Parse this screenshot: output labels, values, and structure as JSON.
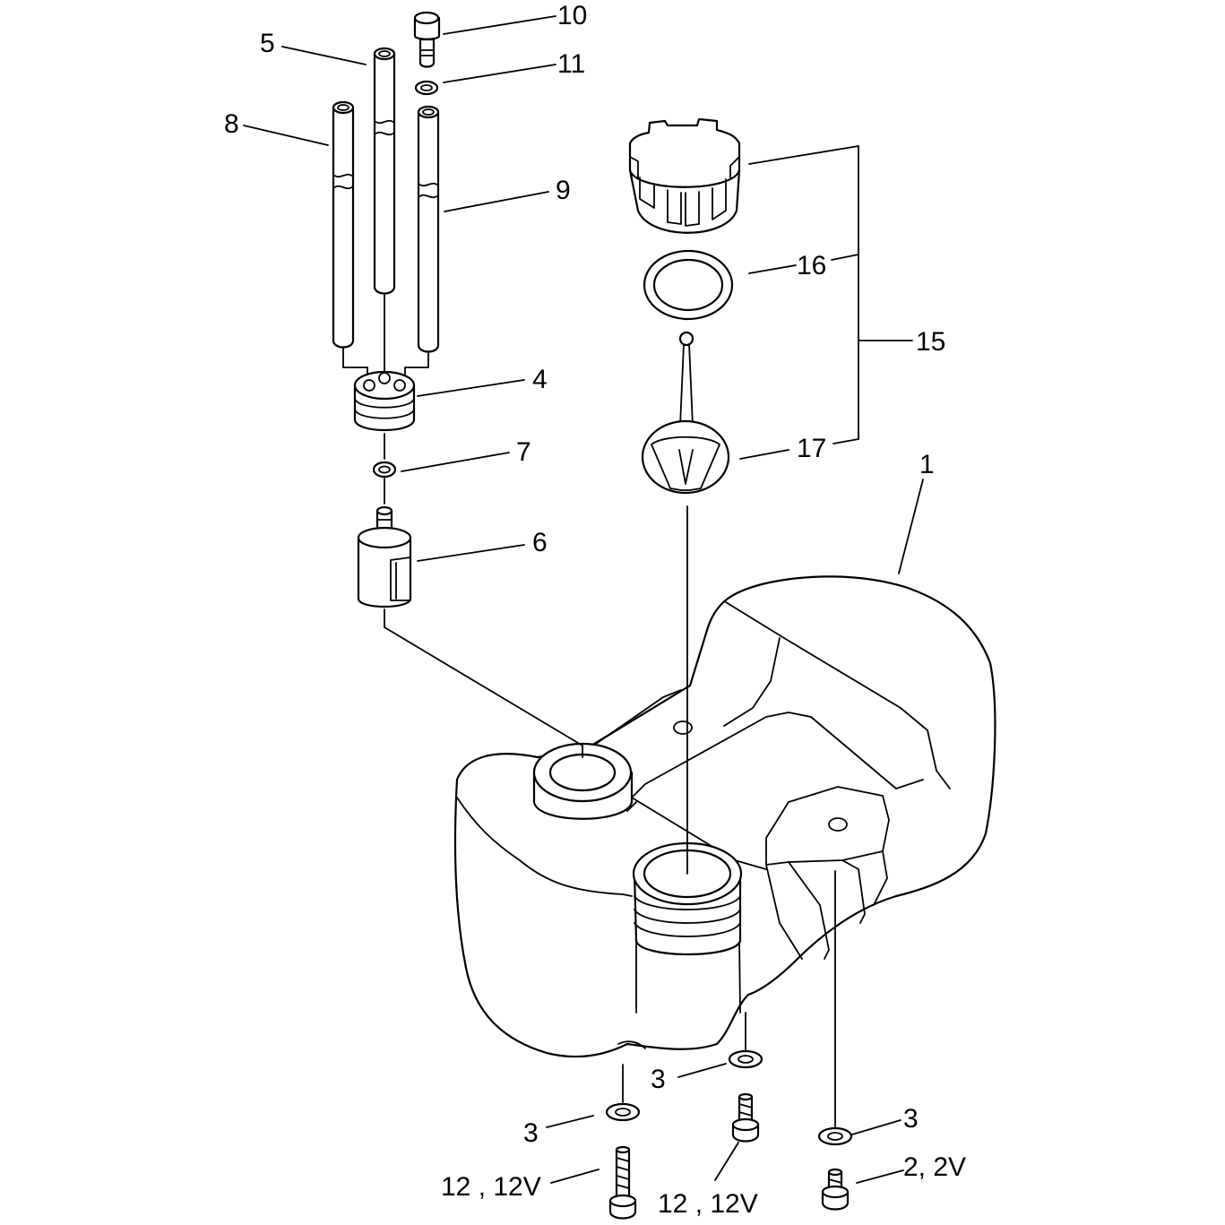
{
  "callouts": {
    "c1": "1",
    "c2": "2, 2V",
    "c3a": "3",
    "c3b": "3",
    "c3c": "3",
    "c4": "4",
    "c5": "5",
    "c6": "6",
    "c7": "7",
    "c8": "8",
    "c9": "9",
    "c10": "10",
    "c11": "11",
    "c12a": "12 , 12V",
    "c12b": "12 , 12V",
    "c15": "15",
    "c16": "16",
    "c17": "17"
  }
}
